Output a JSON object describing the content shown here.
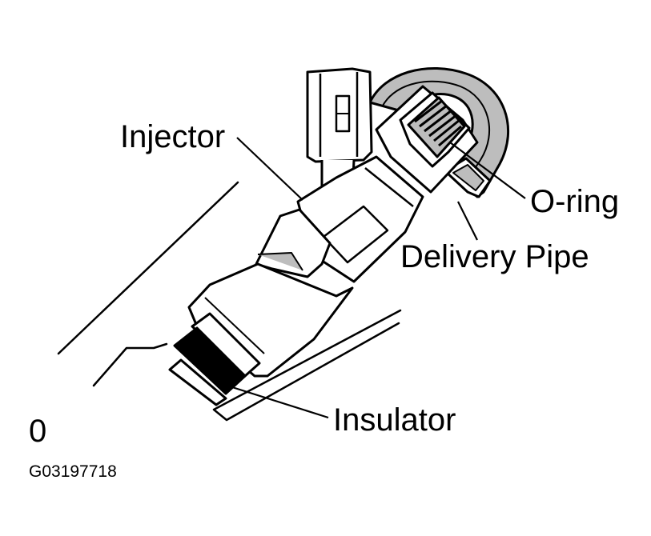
{
  "labels": {
    "injector": "Injector",
    "o_ring": "O-ring",
    "delivery_pipe": "Delivery Pipe",
    "insulator": "Insulator",
    "corner_mark": "0",
    "figure_code": "G03197718"
  },
  "colors": {
    "ink": "#000000",
    "paper": "#ffffff",
    "shade": "#bdbdbd"
  }
}
